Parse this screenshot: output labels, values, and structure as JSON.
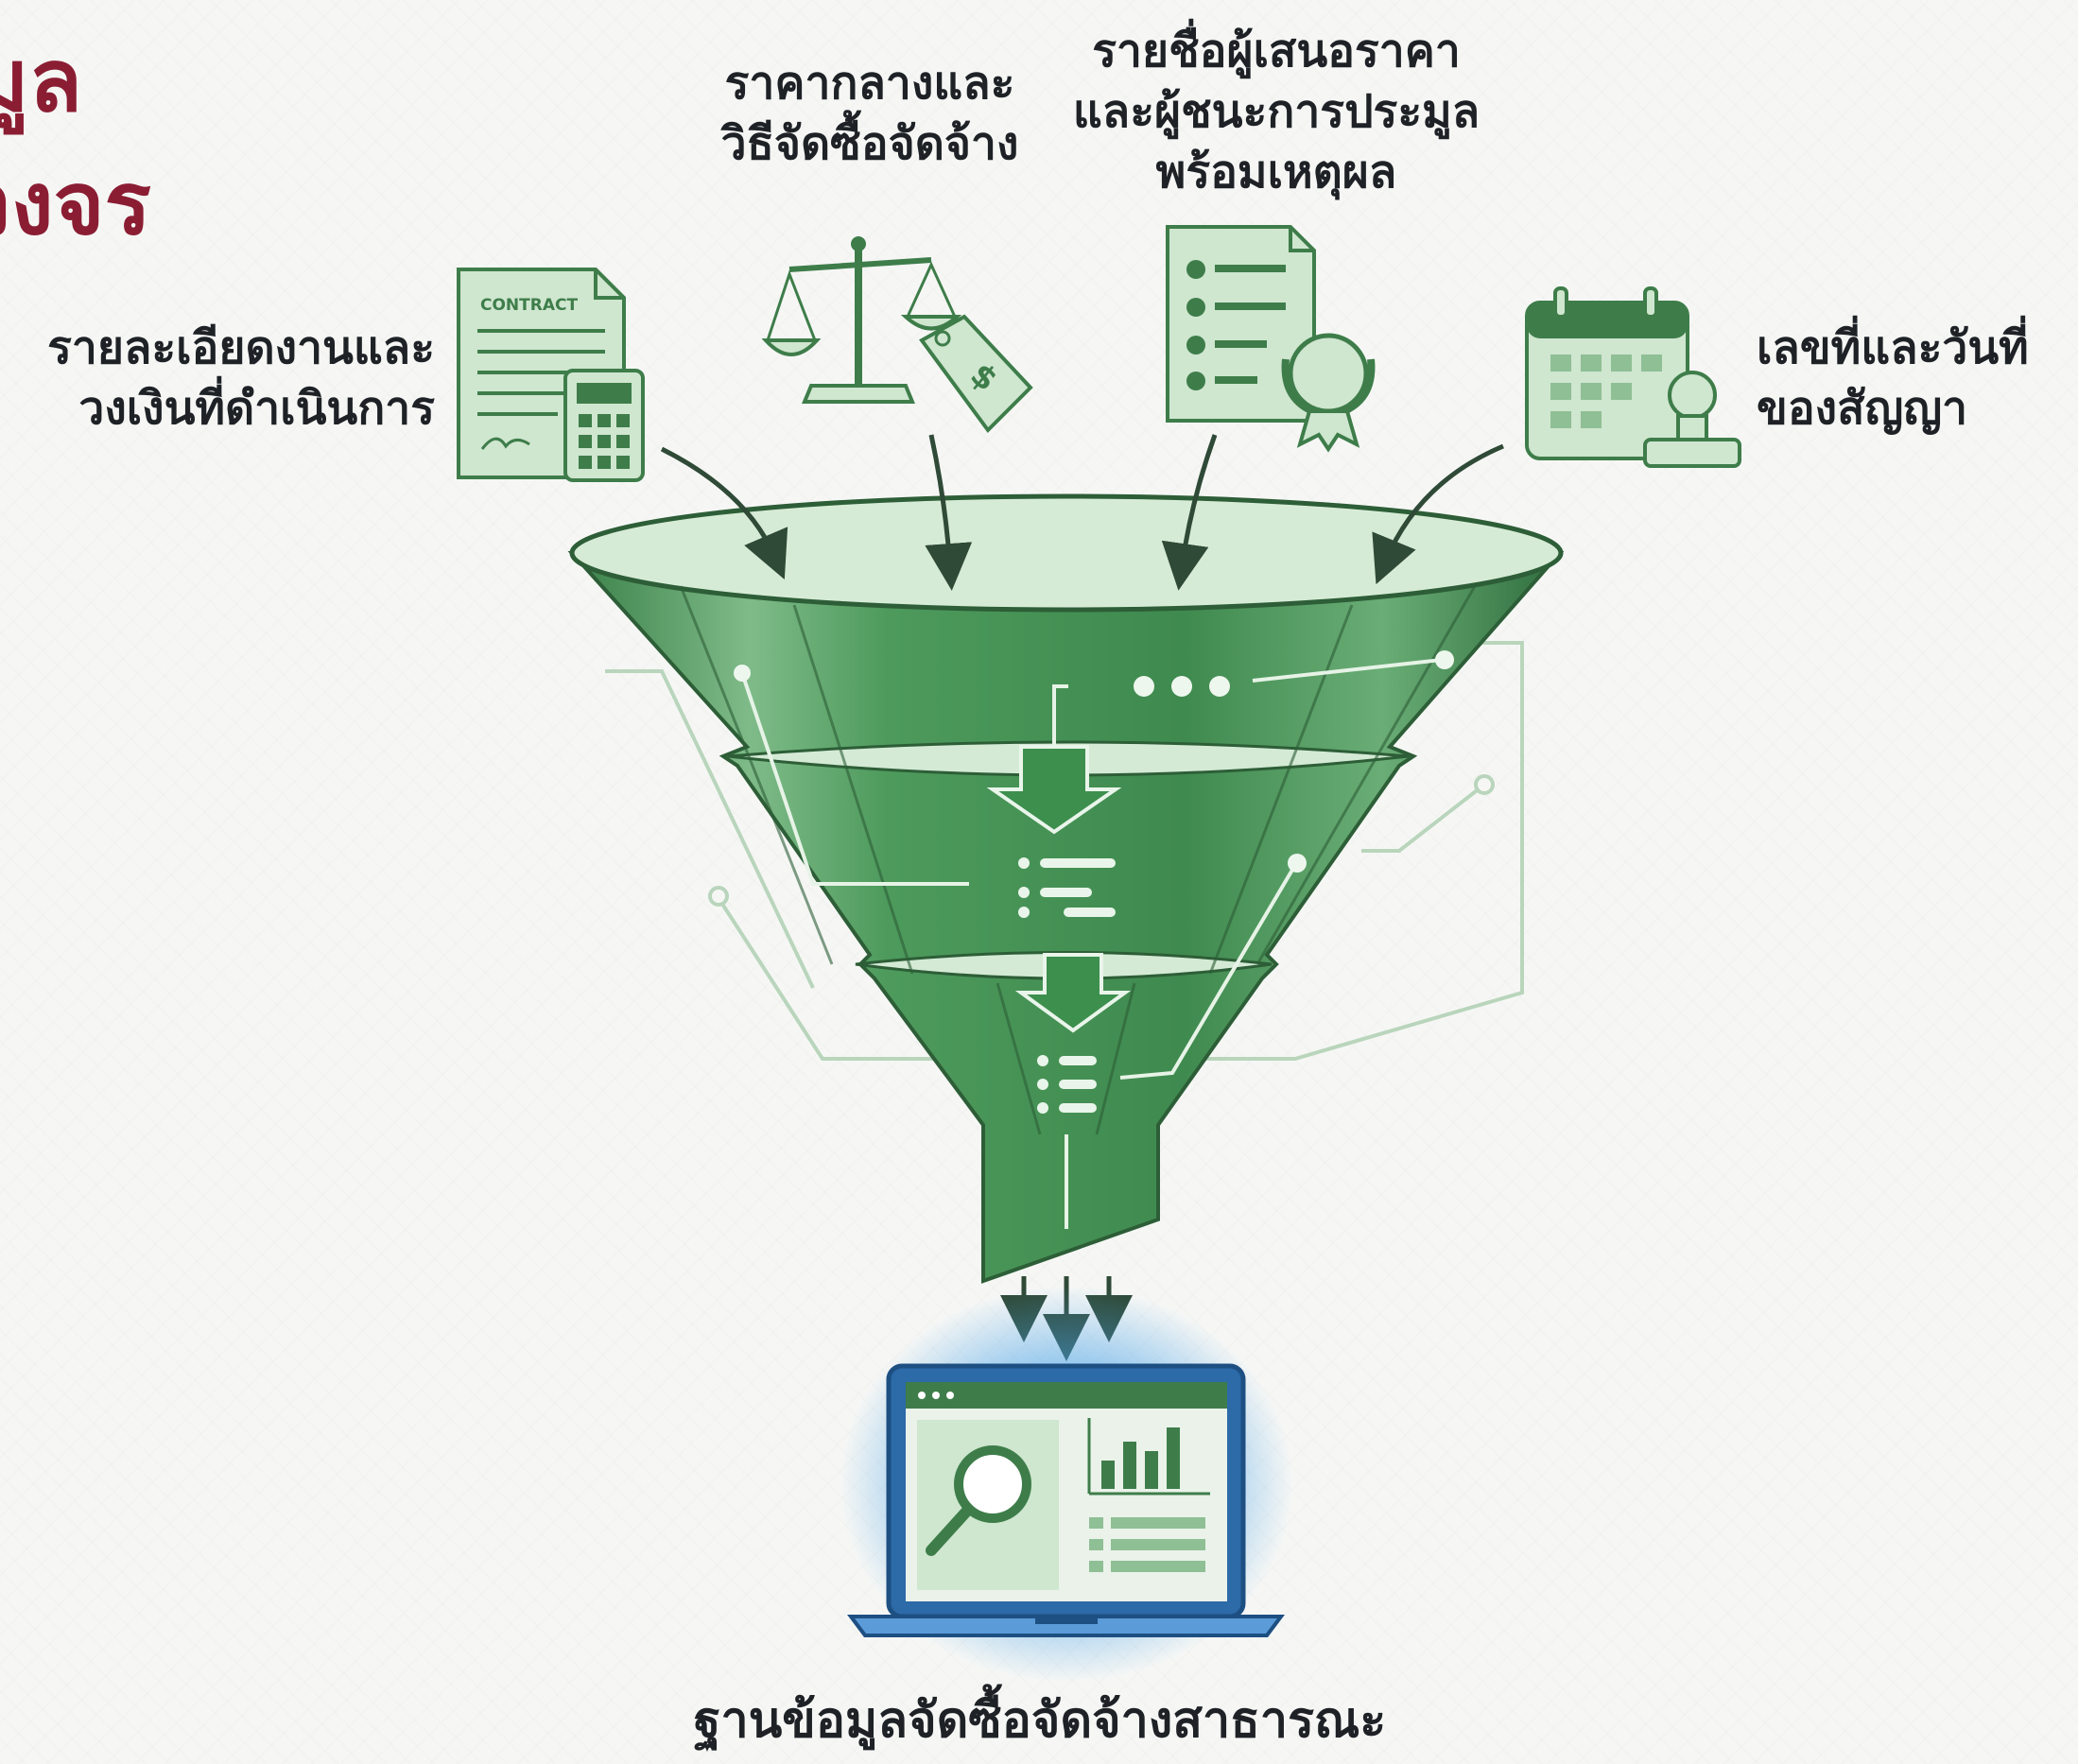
{
  "title": {
    "line1": "มูล",
    "line2": "วงจร"
  },
  "inputs": [
    {
      "line1": "รายละเอียดงานและ",
      "line2": "วงเงินที่ดำเนินการ",
      "icon": "contract-calculator-icon"
    },
    {
      "line1": "ราคากลางและ",
      "line2": "วิธีจัดซื้อจัดจ้าง",
      "icon": "scale-pricetag-icon"
    },
    {
      "line1": "รายชื่อผู้เสนอราคา",
      "line2": "และผู้ชนะการประมูล",
      "line3": "พร้อมเหตุผล",
      "icon": "document-award-icon"
    },
    {
      "line1": "เลขที่และวันที่",
      "line2": "ของสัญญา",
      "icon": "calendar-stamp-icon"
    }
  ],
  "contract_doc_text": "CONTRACT",
  "output": {
    "label": "ฐานข้อมูลจัดซื้อจัดจ้างสาธารณะ",
    "icon": "laptop-dashboard-icon"
  },
  "colors": {
    "title": "#8b1d33",
    "funnel_dark": "#3f8a4f",
    "funnel_mid": "#5fa36c",
    "funnel_light": "#a9d2ae",
    "icon_fill": "#cfe6cf",
    "icon_stroke": "#3e7d4a",
    "screen_glow": "#4aa3e8"
  }
}
